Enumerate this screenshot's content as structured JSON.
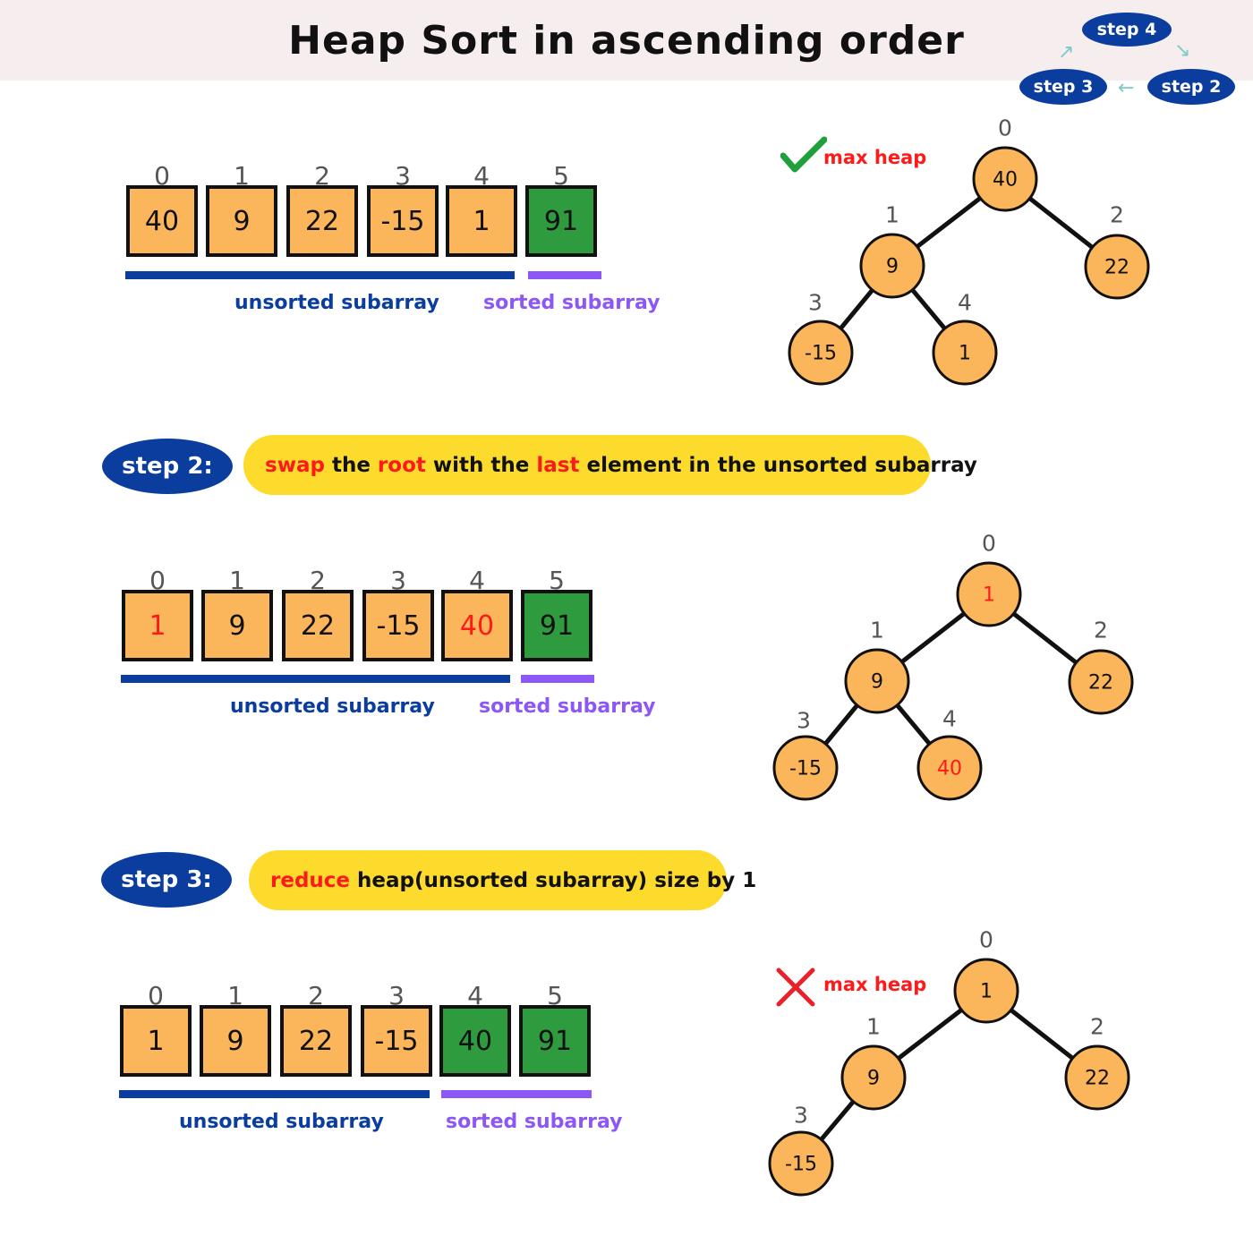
{
  "title": "Heap Sort in ascending order",
  "cycle": {
    "step4": "step 4",
    "step3": "step 3",
    "step2": "step 2",
    "arrow_icon": "curved-arrow-icon"
  },
  "colors": {
    "unsorted_cell": "#fbb55a",
    "sorted_cell": "#2e9b3f",
    "unsorted_bar": "#0a3d9e",
    "sorted_bar": "#8d57f6",
    "highlight": "#ff1a1a",
    "step_pill": "#fcdb2d",
    "step_oval": "#0a3d9e",
    "header_bg": "#f6edef"
  },
  "labels": {
    "unsorted": "unsorted subarray",
    "sorted": "sorted subarray",
    "max_heap": "max heap"
  },
  "step2": {
    "badge": "step 2:",
    "text": {
      "w1": "swap",
      "w2": " the ",
      "w3": "root",
      "w4": " with the ",
      "w5": "last",
      "w6": " element in the unsorted subarray"
    }
  },
  "step3": {
    "badge": "step 3:",
    "text": {
      "w1": "reduce",
      "w2": " heap(unsorted subarray) size by 1"
    }
  },
  "sections": [
    {
      "indices": [
        "0",
        "1",
        "2",
        "3",
        "4",
        "5"
      ],
      "values": [
        "40",
        "9",
        "22",
        "-15",
        "1",
        "91"
      ],
      "sorted_from": 5,
      "highlight": [],
      "heap_status": "valid",
      "tree": {
        "nodes": [
          "40",
          "9",
          "22",
          "-15",
          "1"
        ],
        "indices": [
          "0",
          "1",
          "2",
          "3",
          "4"
        ],
        "highlight": []
      }
    },
    {
      "indices": [
        "0",
        "1",
        "2",
        "3",
        "4",
        "5"
      ],
      "values": [
        "1",
        "9",
        "22",
        "-15",
        "40",
        "91"
      ],
      "sorted_from": 5,
      "highlight": [
        0,
        4
      ],
      "heap_status": "none",
      "tree": {
        "nodes": [
          "1",
          "9",
          "22",
          "-15",
          "40"
        ],
        "indices": [
          "0",
          "1",
          "2",
          "3",
          "4"
        ],
        "highlight": [
          0,
          4
        ]
      }
    },
    {
      "indices": [
        "0",
        "1",
        "2",
        "3",
        "4",
        "5"
      ],
      "values": [
        "1",
        "9",
        "22",
        "-15",
        "40",
        "91"
      ],
      "sorted_from": 4,
      "highlight": [],
      "heap_status": "invalid",
      "tree": {
        "nodes": [
          "1",
          "9",
          "22",
          "-15"
        ],
        "indices": [
          "0",
          "1",
          "2",
          "3"
        ],
        "highlight": []
      }
    }
  ]
}
